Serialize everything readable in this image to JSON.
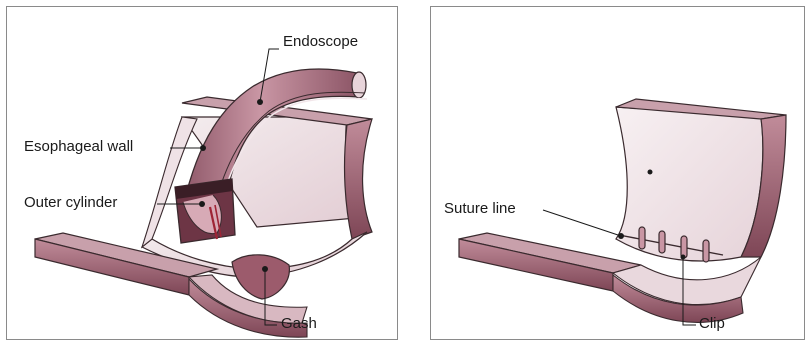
{
  "left_panel": {
    "labels": {
      "endoscope": "Endoscope",
      "esophageal_wall": "Esophageal wall",
      "outer_cylinder": "Outer cylinder",
      "gash": "Gash"
    }
  },
  "right_panel": {
    "labels": {
      "suture_line": "Suture line",
      "clip": "Clip"
    }
  },
  "colors": {
    "tissue": "#b07a8a",
    "tissue_dark": "#7e4656",
    "tissue_light": "#e6d2d8",
    "outline": "#3a2a2e"
  }
}
